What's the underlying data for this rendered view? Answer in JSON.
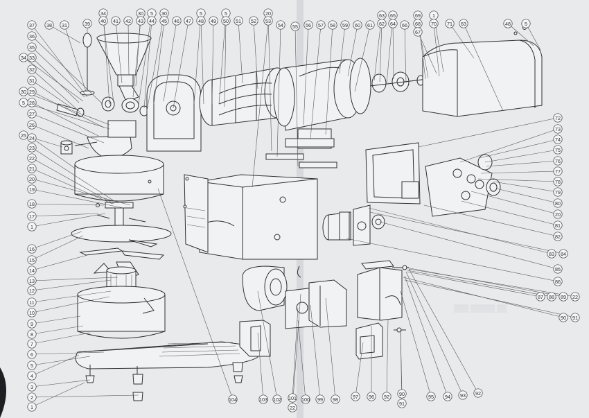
{
  "diagram": {
    "colors": {
      "paper": "#e9eaec",
      "line": "#2e2f33",
      "fold": "#c9cbd0"
    },
    "callouts": [
      {
        "id": "c1",
        "label": "1"
      },
      {
        "id": "c2",
        "label": "2"
      },
      {
        "id": "c3",
        "label": "3"
      },
      {
        "id": "c4",
        "label": "4"
      },
      {
        "id": "c5",
        "label": "5"
      },
      {
        "id": "c6",
        "label": "6"
      },
      {
        "id": "c7",
        "label": "7"
      },
      {
        "id": "c8",
        "label": "8"
      },
      {
        "id": "c9",
        "label": "9"
      },
      {
        "id": "c10",
        "label": "10"
      },
      {
        "id": "c11",
        "label": "11"
      },
      {
        "id": "c12",
        "label": "12"
      },
      {
        "id": "c13",
        "label": "13"
      },
      {
        "id": "c14",
        "label": "14"
      },
      {
        "id": "c15",
        "label": "15"
      },
      {
        "id": "c16",
        "label": "16"
      },
      {
        "id": "c1b",
        "label": "1"
      },
      {
        "id": "c17",
        "label": "17"
      },
      {
        "id": "c18",
        "label": "18"
      },
      {
        "id": "c19",
        "label": "19"
      },
      {
        "id": "c20",
        "label": "20"
      },
      {
        "id": "c21",
        "label": "21"
      },
      {
        "id": "c22",
        "label": "22"
      },
      {
        "id": "c23",
        "label": "23"
      },
      {
        "id": "c24",
        "label": "24"
      },
      {
        "id": "c25",
        "label": "25"
      },
      {
        "id": "c26",
        "label": "26"
      },
      {
        "id": "c27",
        "label": "27"
      },
      {
        "id": "c28",
        "label": "28"
      },
      {
        "id": "c5b",
        "label": "5"
      },
      {
        "id": "c29",
        "label": "29"
      },
      {
        "id": "c30",
        "label": "30"
      },
      {
        "id": "c31",
        "label": "31"
      },
      {
        "id": "c32",
        "label": "32"
      },
      {
        "id": "c33",
        "label": "33"
      },
      {
        "id": "c34",
        "label": "34"
      },
      {
        "id": "c35",
        "label": "35"
      },
      {
        "id": "c36",
        "label": "36"
      },
      {
        "id": "c37",
        "label": "37"
      },
      {
        "id": "c38",
        "label": "38"
      },
      {
        "id": "c31b",
        "label": "31"
      },
      {
        "id": "c39",
        "label": "39"
      },
      {
        "id": "c34b",
        "label": "34"
      },
      {
        "id": "c40",
        "label": "40"
      },
      {
        "id": "c41",
        "label": "41"
      },
      {
        "id": "c42",
        "label": "42"
      },
      {
        "id": "c30b",
        "label": "30"
      },
      {
        "id": "c43",
        "label": "43"
      },
      {
        "id": "c5c",
        "label": "5"
      },
      {
        "id": "c44",
        "label": "44"
      },
      {
        "id": "c30c",
        "label": "30"
      },
      {
        "id": "c45",
        "label": "45"
      },
      {
        "id": "c46",
        "label": "46"
      },
      {
        "id": "c47",
        "label": "47"
      },
      {
        "id": "c5d",
        "label": "5"
      },
      {
        "id": "c48",
        "label": "48"
      },
      {
        "id": "c49",
        "label": "49"
      },
      {
        "id": "c5e",
        "label": "5"
      },
      {
        "id": "c50",
        "label": "50"
      },
      {
        "id": "c51",
        "label": "51"
      },
      {
        "id": "c52",
        "label": "52"
      },
      {
        "id": "c20b",
        "label": "20"
      },
      {
        "id": "c53",
        "label": "53"
      },
      {
        "id": "c54",
        "label": "54"
      },
      {
        "id": "c55",
        "label": "55"
      },
      {
        "id": "c56",
        "label": "56"
      },
      {
        "id": "c57",
        "label": "57"
      },
      {
        "id": "c58",
        "label": "58"
      },
      {
        "id": "c59",
        "label": "59"
      },
      {
        "id": "c60",
        "label": "60"
      },
      {
        "id": "c61",
        "label": "61"
      },
      {
        "id": "c63",
        "label": "63"
      },
      {
        "id": "c65",
        "label": "65"
      },
      {
        "id": "c62",
        "label": "62"
      },
      {
        "id": "c64",
        "label": "64"
      },
      {
        "id": "c66",
        "label": "66"
      },
      {
        "id": "c69",
        "label": "69"
      },
      {
        "id": "c68",
        "label": "68"
      },
      {
        "id": "c67",
        "label": "67"
      },
      {
        "id": "c1c",
        "label": "1"
      },
      {
        "id": "c70",
        "label": "70"
      },
      {
        "id": "c71",
        "label": "71"
      },
      {
        "id": "c63b",
        "label": "63"
      },
      {
        "id": "c48b",
        "label": "48"
      },
      {
        "id": "c5f",
        "label": "5"
      },
      {
        "id": "c72",
        "label": "72"
      },
      {
        "id": "c73",
        "label": "73"
      },
      {
        "id": "c74",
        "label": "74"
      },
      {
        "id": "c75",
        "label": "75"
      },
      {
        "id": "c76",
        "label": "76"
      },
      {
        "id": "c77",
        "label": "77"
      },
      {
        "id": "c78",
        "label": "78"
      },
      {
        "id": "c79",
        "label": "79"
      },
      {
        "id": "c80",
        "label": "80"
      },
      {
        "id": "c20c",
        "label": "20"
      },
      {
        "id": "c81",
        "label": "81"
      },
      {
        "id": "c82",
        "label": "82"
      },
      {
        "id": "c83",
        "label": "83"
      },
      {
        "id": "c84",
        "label": "84"
      },
      {
        "id": "c85",
        "label": "85"
      },
      {
        "id": "c86",
        "label": "86"
      },
      {
        "id": "c87",
        "label": "87"
      },
      {
        "id": "c88",
        "label": "88"
      },
      {
        "id": "c89",
        "label": "89"
      },
      {
        "id": "c22b",
        "label": "22"
      },
      {
        "id": "c90",
        "label": "90"
      },
      {
        "id": "c91",
        "label": "91"
      },
      {
        "id": "c104",
        "label": "104"
      },
      {
        "id": "c103",
        "label": "103"
      },
      {
        "id": "c102",
        "label": "102"
      },
      {
        "id": "c101",
        "label": "101"
      },
      {
        "id": "c22c",
        "label": "22"
      },
      {
        "id": "c100",
        "label": "100"
      },
      {
        "id": "c99",
        "label": "99"
      },
      {
        "id": "c98",
        "label": "98"
      },
      {
        "id": "c97",
        "label": "97"
      },
      {
        "id": "c96",
        "label": "96"
      },
      {
        "id": "c92",
        "label": "92"
      },
      {
        "id": "c90b",
        "label": "90"
      },
      {
        "id": "c91b",
        "label": "91"
      },
      {
        "id": "c95",
        "label": "95"
      },
      {
        "id": "c94",
        "label": "94"
      },
      {
        "id": "c93",
        "label": "93"
      },
      {
        "id": "c92b",
        "label": "92"
      }
    ]
  }
}
